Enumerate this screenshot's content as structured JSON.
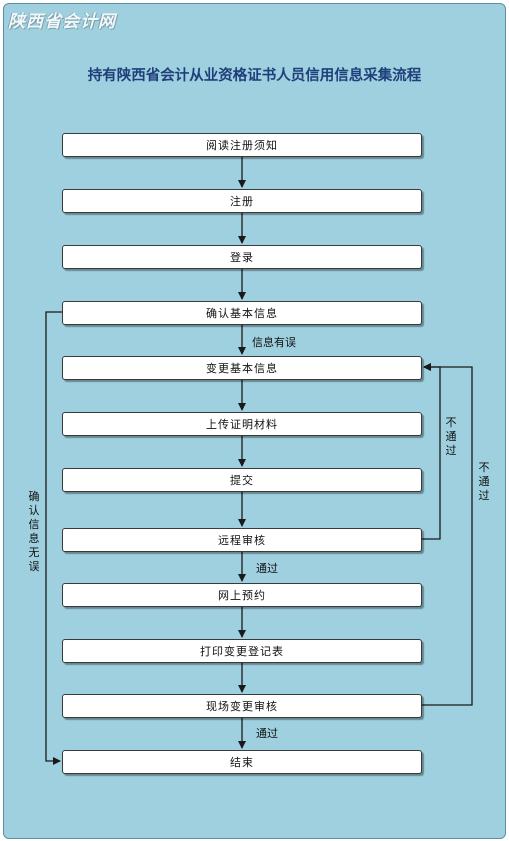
{
  "watermark": "陕西省会计网",
  "title": "持有陕西省会计从业资格证书人员信用信息采集流程",
  "steps": [
    "阅读注册须知",
    "注册",
    "登录",
    "确认基本信息",
    "变更基本信息",
    "上传证明材料",
    "提交",
    "远程审核",
    "网上预约",
    "打印变更登记表",
    "现场变更审核",
    "结束"
  ],
  "labels": {
    "info_error": "信息有误",
    "pass_1": "通过",
    "pass_2": "通过",
    "fail_inner": "不通过",
    "fail_outer": "不通过",
    "confirm_ok": "确认信息无误"
  },
  "colors": {
    "background": "#9ed0df",
    "box_fill": "#ffffff",
    "title": "#1f3f7a",
    "lines": "#1a1a1a"
  }
}
